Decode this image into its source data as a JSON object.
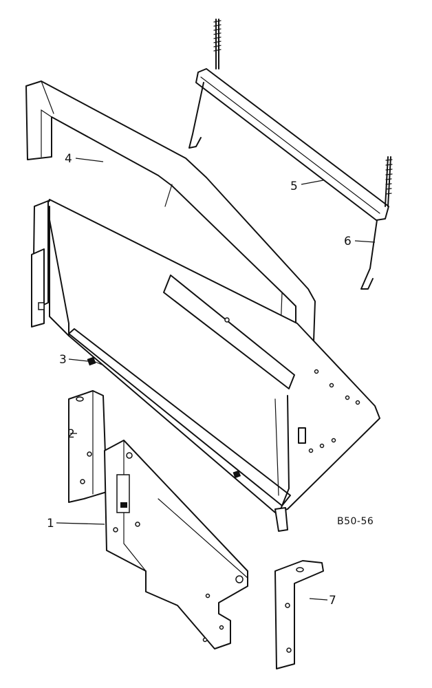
{
  "diagram": {
    "drawing_code": "B50-56",
    "callouts": [
      {
        "id": "callout-1",
        "text": "1"
      },
      {
        "id": "callout-2",
        "text": "2"
      },
      {
        "id": "callout-3",
        "text": "3"
      },
      {
        "id": "callout-4",
        "text": "4"
      },
      {
        "id": "callout-5",
        "text": "5"
      },
      {
        "id": "callout-6",
        "text": "6"
      },
      {
        "id": "callout-7",
        "text": "7"
      }
    ]
  }
}
